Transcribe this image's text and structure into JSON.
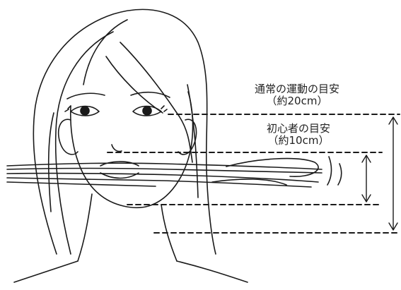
{
  "labels": {
    "normal_title": "通常の運動の目安",
    "normal_value": "（約20cm）",
    "beginner_title": "初心者の目安",
    "beginner_value": "（約10cm）"
  },
  "colors": {
    "line": "#1a1a1a",
    "text": "#222222",
    "background": "#ffffff"
  }
}
